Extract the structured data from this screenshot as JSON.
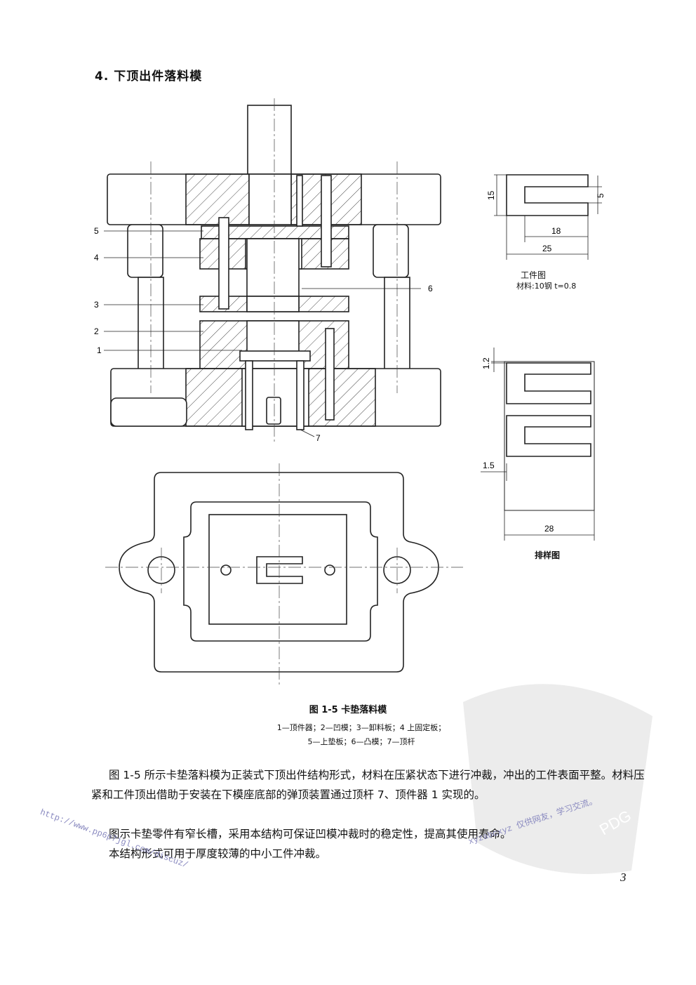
{
  "heading": "4. 下顶出件落料模",
  "figure": {
    "part_labels": [
      "1",
      "2",
      "3",
      "4",
      "5",
      "6",
      "7"
    ],
    "workpiece": {
      "title": "工件图",
      "material": "材料:10钢  t=0.8",
      "dims": {
        "height": "15",
        "slot": "5",
        "inner": "18",
        "width": "25"
      }
    },
    "layout": {
      "title": "排样图",
      "dims": {
        "gap_top": "1.2",
        "edge": "1.5",
        "width": "28"
      }
    },
    "caption": "图 1-5   卡垫落料模",
    "legend_line_1": "1—顶件器；2—凹模；3—卸料板；4   上固定板；",
    "legend_line_2": "5—上垫板；6—凸模；7—顶杆"
  },
  "body": {
    "para_1": "图 1-5 所示卡垫落料模为正装式下顶出件结构形式，材料在压紧状态下进行冲裁，冲出的工件表面平整。材料压紧和工件顶出借助于安装在下模座底部的弹顶装置通过顶杆 7、顶件器 1 实现的。",
    "para_2": "图示卡垫零件有窄长槽，采用本结构可保证凹模冲裁时的稳定性，提高其使用寿命。",
    "para_3": "本结构形式可用于厚度较薄的中小工件冲裁。"
  },
  "page_number": "3",
  "watermarks": {
    "url_left": "http://www.pp6p7jgl.com/discuz/",
    "url_right": "xyzabcxyz 仅供网友，学习交流。",
    "seal": "PDG"
  }
}
